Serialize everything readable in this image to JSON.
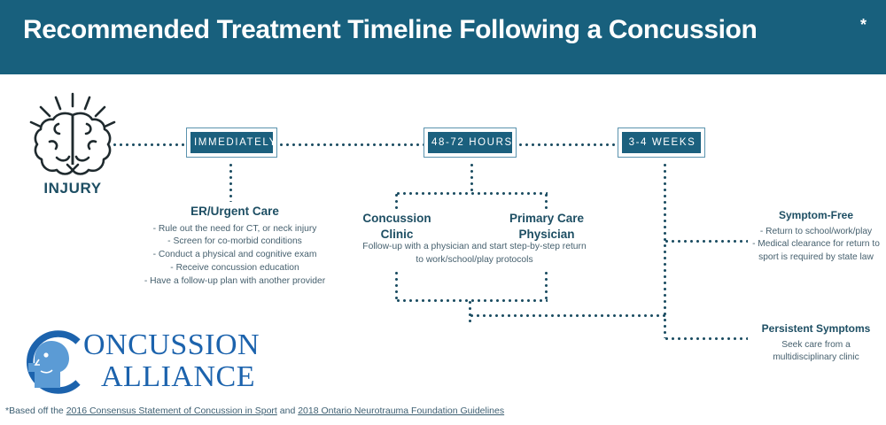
{
  "header": {
    "title": "Recommended Treatment Timeline Following a Concussion",
    "asterisk": "*"
  },
  "colors": {
    "header_bg": "#18607d",
    "badge_fill": "#1b607e",
    "badge_border": "#5b93ae",
    "dark_text": "#1d4e63",
    "body_text": "#46606e",
    "logo_blue": "#1c63ad",
    "logo_head": "#5b9bd5"
  },
  "injury": {
    "icon": "brain-impact-icon",
    "label": "INJURY"
  },
  "stages": [
    {
      "id": "immediately",
      "label": "IMMEDIATELY"
    },
    {
      "id": "hours-48-72",
      "label": "48-72 HOURS"
    },
    {
      "id": "weeks-3-4",
      "label": "3-4 WEEKS"
    }
  ],
  "blocks": {
    "er": {
      "title": "ER/Urgent Care",
      "body": "- Rule out the need for CT, or neck injury\n- Screen for co-morbid conditions\n- Conduct a physical and cognitive exam\n- Receive concussion education\n- Have a follow-up plan with another provider"
    },
    "concussion_clinic": {
      "title": "Concussion\nClinic"
    },
    "primary_care": {
      "title": "Primary Care\nPhysician"
    },
    "followup": "Follow-up with a physician and start step-by-step return to work/school/play protocols",
    "symptom_free": {
      "title": "Symptom-Free",
      "body": "- Return to school/work/play\n- Medical clearance for return to sport is required by state law"
    },
    "persistent": {
      "title": "Persistent Symptoms",
      "body": "Seek care from a multidisciplinary clinic"
    }
  },
  "logo": {
    "line1": "ONCUSSION",
    "line2": "ALLIANCE",
    "mark": "c-head-logo-icon"
  },
  "footnote": {
    "prefix": "*Based off the ",
    "link1": "2016 Consensus Statement of Concussion in Sport",
    "middle": " and ",
    "link2": "2018 Ontario Neurotrauma Foundation Guidelines"
  }
}
